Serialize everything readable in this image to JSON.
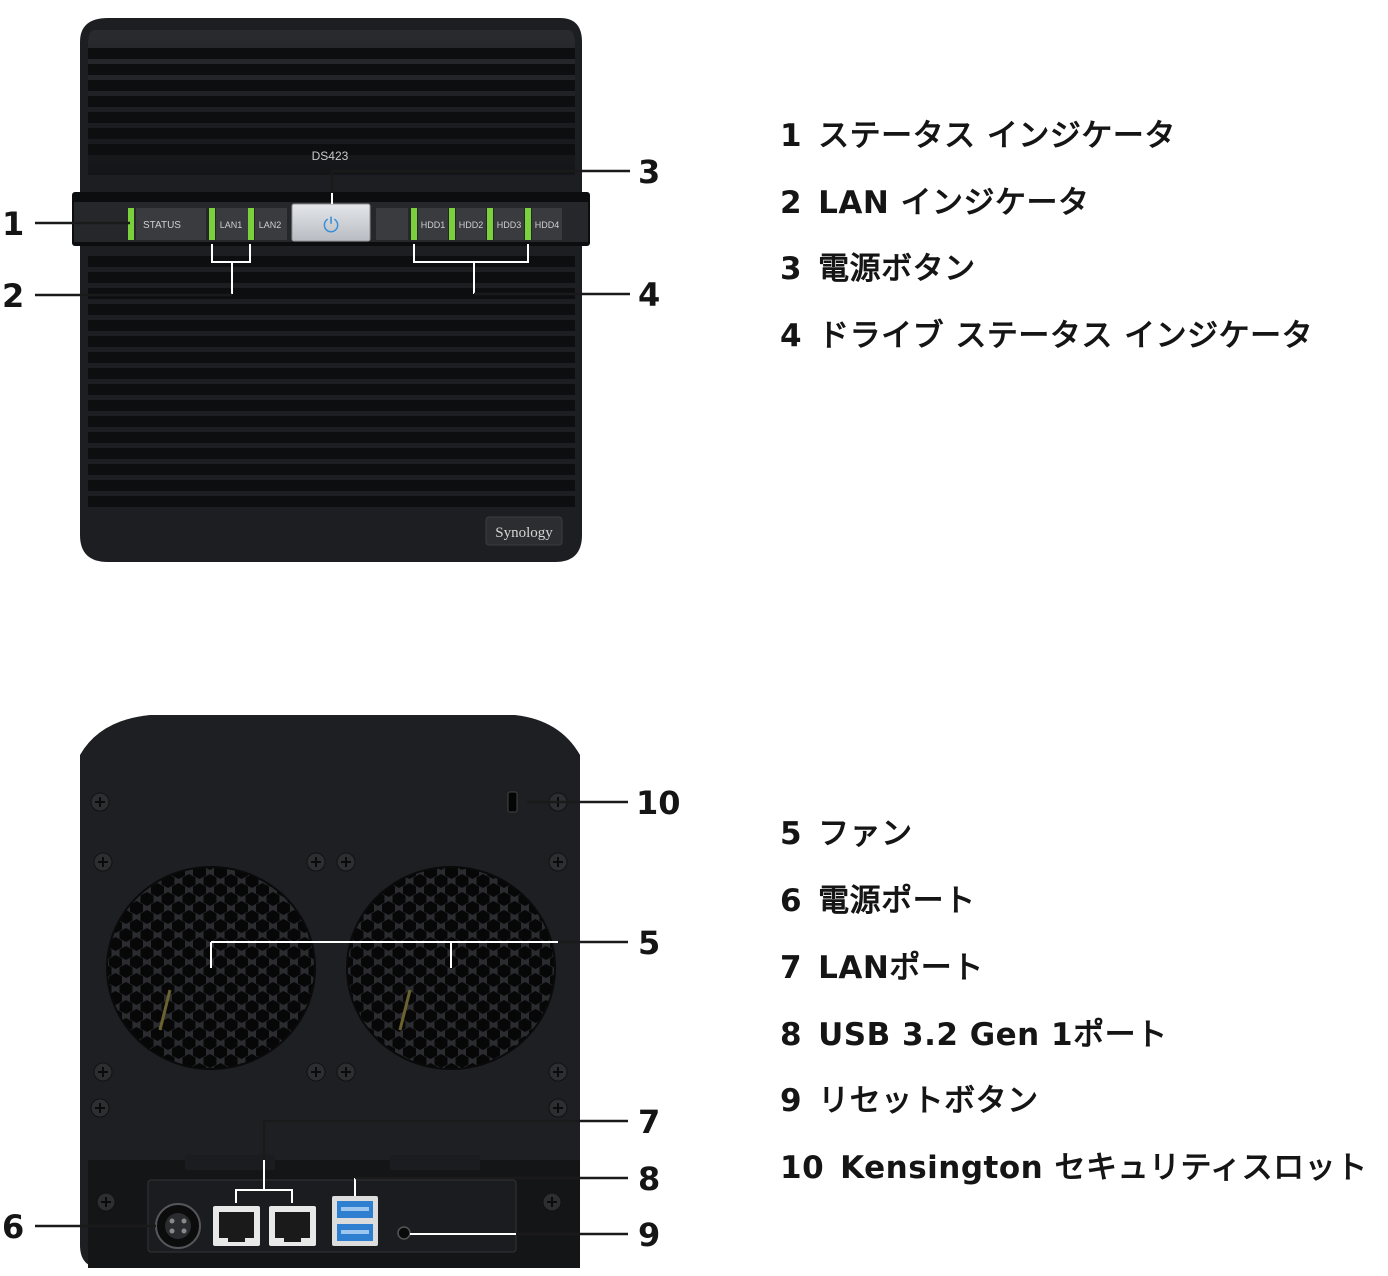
{
  "device": {
    "model_label": "DS423",
    "brand_label": "Synology",
    "front_indicators": [
      "STATUS",
      "LAN1",
      "LAN2",
      "HDD1",
      "HDD2",
      "HDD3",
      "HDD4"
    ],
    "power_symbol": "⏻"
  },
  "callouts": {
    "c1": "1",
    "c2": "2",
    "c3": "3",
    "c4": "4",
    "c5": "5",
    "c6": "6",
    "c7": "7",
    "c8": "8",
    "c9": "9",
    "c10": "10"
  },
  "legend_front": [
    {
      "num": "1",
      "text": "ステータス インジケータ"
    },
    {
      "num": "2",
      "text": "LAN インジケータ"
    },
    {
      "num": "3",
      "text": "電源ボタン"
    },
    {
      "num": "4",
      "text": "ドライブ ステータス インジケータ"
    }
  ],
  "legend_back": [
    {
      "num": "5",
      "text": "ファン"
    },
    {
      "num": "6",
      "text": "電源ポート"
    },
    {
      "num": "7",
      "text": "LANポート"
    },
    {
      "num": "8",
      "text": "USB 3.2 Gen 1ポート"
    },
    {
      "num": "9",
      "text": "リセットボタン"
    },
    {
      "num": "10",
      "text": "Kensington セキュリティスロット"
    }
  ],
  "colors": {
    "chassis": "#1c1d20",
    "chassis_dark": "#0f1012",
    "led_green": "#7bd13c",
    "power_blue": "#3a8fd6",
    "usb_blue": "#2f7fd0"
  }
}
